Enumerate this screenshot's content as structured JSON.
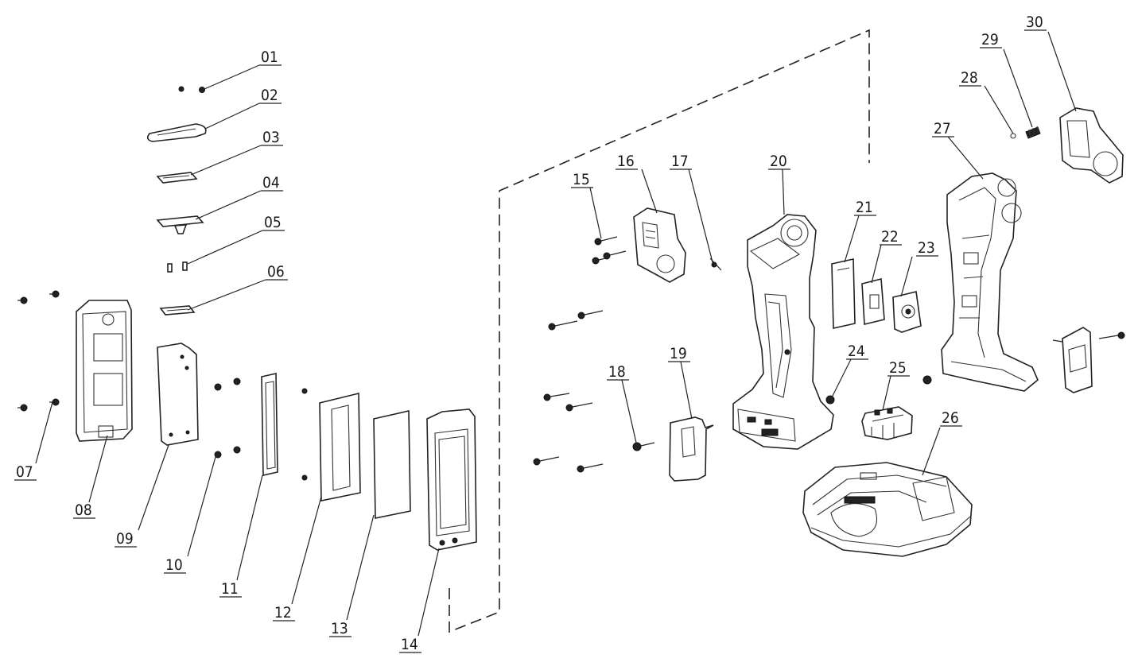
{
  "diagram": {
    "type": "exploded-parts-view",
    "labels": [
      "01",
      "02",
      "03",
      "04",
      "05",
      "06",
      "07",
      "08",
      "09",
      "10",
      "11",
      "12",
      "13",
      "14",
      "15",
      "16",
      "17",
      "18",
      "19",
      "20",
      "21",
      "22",
      "23",
      "24",
      "25",
      "26",
      "27",
      "28",
      "29",
      "30"
    ]
  }
}
